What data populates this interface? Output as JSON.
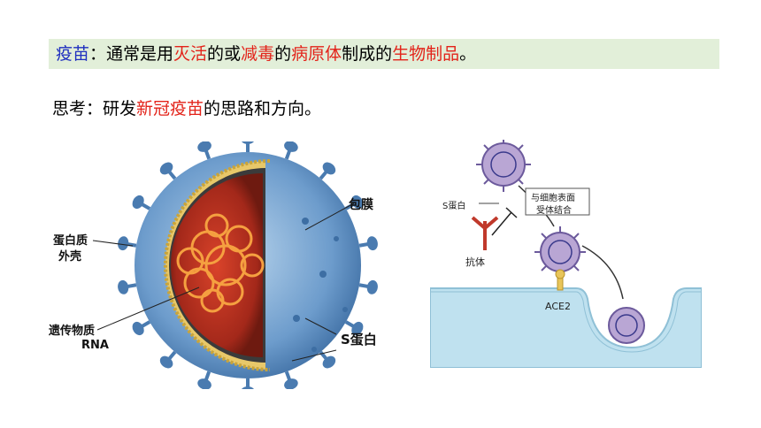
{
  "banner": {
    "term": "疫苗",
    "colon": "：通常是用",
    "kw1": "灭活",
    "t2": "的或",
    "kw2": "减毒",
    "t3": "的",
    "kw3": "病原体",
    "t4": "制成的",
    "kw4": "生物制品",
    "t5": "。"
  },
  "think": {
    "prefix": "思考：研发",
    "kw": "新冠疫苗",
    "suffix": "的思路和方向。"
  },
  "virus_diagram": {
    "label_envelope": "包膜",
    "label_capsid_1": "蛋白质",
    "label_capsid_2": "外壳",
    "label_genetic_1": "遗传物质",
    "label_genetic_2": "RNA",
    "label_spike": "S蛋白"
  },
  "infection_diagram": {
    "label_spike": "S蛋白",
    "label_binding_1": "与细胞表面",
    "label_binding_2": "受体结合",
    "label_antibody": "抗体",
    "label_receptor": "ACE2"
  },
  "colors": {
    "keyword_red": "#e3231a",
    "term_blue": "#1f2fbf",
    "banner_bg": "#e2efd9"
  }
}
